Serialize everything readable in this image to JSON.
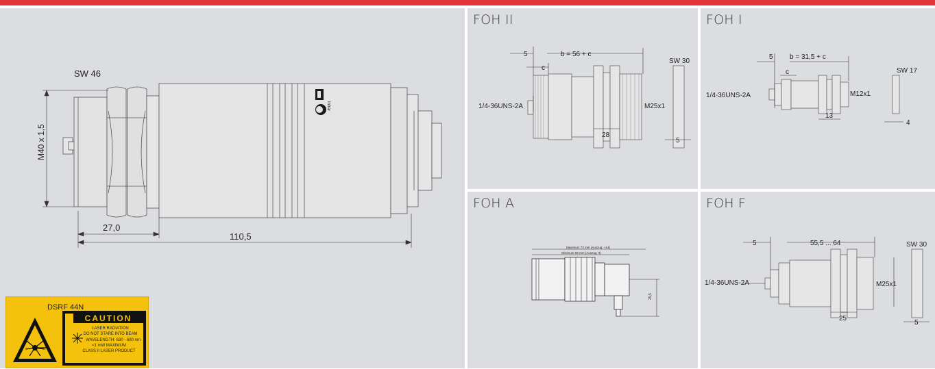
{
  "main_drawing": {
    "sw_label": "SW 46",
    "thread_label": "M40 x 1,5",
    "dim_short": "27,0",
    "dim_long": "110,5",
    "logo_text": "Infrar"
  },
  "caution_label": {
    "model": "DSRF 44N",
    "heading": "CAUTION",
    "line1": "LASER RADIATION",
    "line2": "DO NOT STARE INTO BEAM",
    "line3": "WAVELENGTH: 630 - 680 nm",
    "line4": "<1 mW MAXIMUM",
    "line5": "CLASS II LASER PRODUCT"
  },
  "panels": {
    "foh2": {
      "title": "FOH II",
      "dim_5": "5",
      "dim_b": "b = 56 + c",
      "dim_c": "c",
      "thread_in": "1/4-36UNS-2A",
      "thread_out": "M25x1",
      "dim_28": "28",
      "sw": "SW 30",
      "dim_5b": "5"
    },
    "foh1": {
      "title": "FOH I",
      "dim_5": "5",
      "dim_b": "b = 31,5 + c",
      "dim_c": "c",
      "thread_in": "1/4-36UNS-2A",
      "thread_out": "M12x1",
      "dim_13": "13",
      "sw": "SW 17",
      "dim_4": "4"
    },
    "foha": {
      "title": "FOH A",
      "dim_max": "Maximum 73 mm  (Auszug: +14)",
      "dim_min": "Minimum 59 mm  (Auszug: 0)",
      "dim_side": "25,5"
    },
    "fohf": {
      "title": "FOH F",
      "dim_5": "5",
      "dim_range": "55,5 ... 64",
      "thread_in": "1/4-36UNS-2A",
      "thread_out": "M25x1",
      "dim_25": "25",
      "sw": "SW 30",
      "dim_5b": "5"
    }
  }
}
